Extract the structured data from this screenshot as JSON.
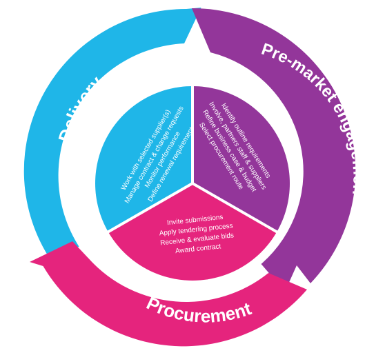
{
  "colors": {
    "delivery": "#1fb6e8",
    "premarket": "#93369a",
    "procurement": "#e5247d",
    "gap": "#ffffff"
  },
  "segments": {
    "delivery": {
      "title": "Delivery",
      "items": [
        "Work with selected supplier(s)",
        "Manage contract & change requests",
        "Monitor performance",
        "Define renewal requirement"
      ]
    },
    "premarket": {
      "title": "Pre-market engagement",
      "items": [
        "Identify outline requirements",
        "Involve, partners staff & suppliers",
        "Refine business case & budget",
        "Select procurement route"
      ]
    },
    "procurement": {
      "title": "Procurement",
      "items": [
        "Invite submissions",
        "Apply tendering process",
        "Receive & evaluate bids",
        "Award contract"
      ]
    }
  }
}
